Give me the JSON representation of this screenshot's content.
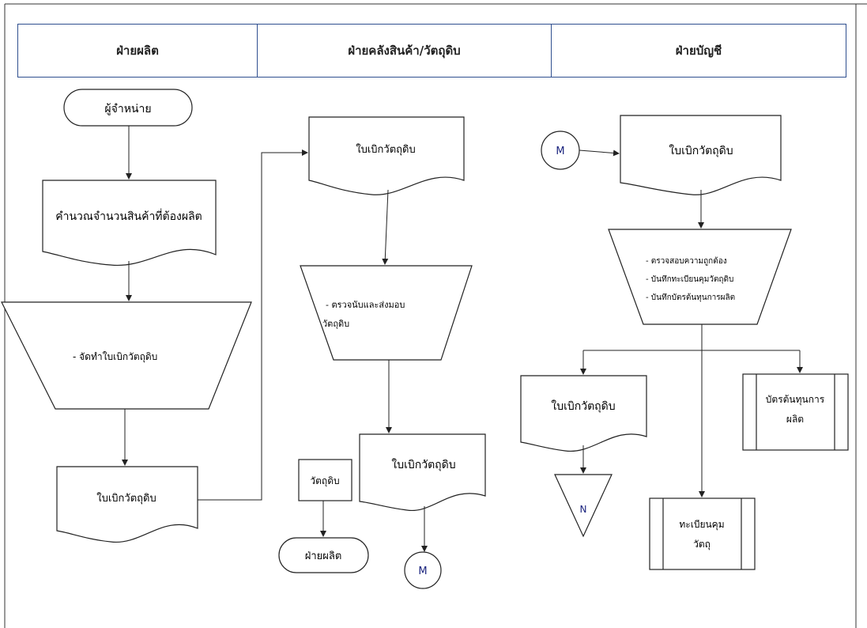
{
  "lanes": {
    "production": "ฝ่ายผลิต",
    "warehouse": "ฝ่ายคลังสินค้า/วัตถุดิบ",
    "accounting": "ฝ่ายบัญชี"
  },
  "production_lane": {
    "start": "ผู้จำหน่าย",
    "calc_doc": "คำนวณจำนวนสินค้าที่ต้องผลิต",
    "manual_op": "- จัดทำใบเบิกวัตถุดิบ",
    "req_doc": "ใบเบิกวัตถุดิบ"
  },
  "warehouse_lane": {
    "req_doc": "ใบเบิกวัตถุดิบ",
    "manual_op_line1": "- ตรวจนับและส่งมอบ",
    "manual_op_line2": "วัตถุดิบ",
    "material_box": "วัตถุดิบ",
    "to_production": "ฝ่ายผลิต",
    "req_doc_out": "ใบเบิกวัตถุดิบ",
    "connector": "M"
  },
  "accounting_lane": {
    "connector": "M",
    "req_doc": "ใบเบิกวัตถุดิบ",
    "manual_op_line1": "- ตรวจสอบความถูกต้อง",
    "manual_op_line2": "- บันทึกทะเบียนคุมวัตถุดิบ",
    "manual_op_line3": "- บันทึกบัตรต้นทุนการผลิต",
    "req_doc_out": "ใบเบิกวัตถุดิบ",
    "file_marker": "N",
    "cost_card_line1": "บัตรต้นทุนการ",
    "cost_card_line2": "ผลิต",
    "register_line1": "ทะเบียนคุม",
    "register_line2": "วัตถุ"
  }
}
